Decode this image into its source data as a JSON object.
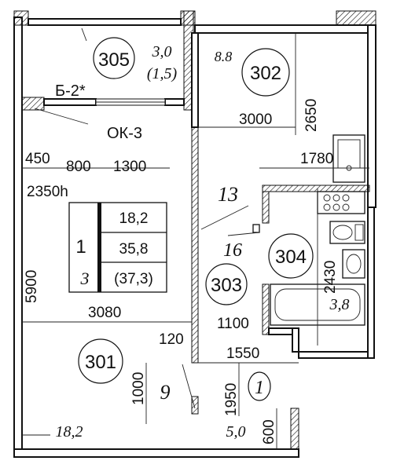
{
  "rooms": {
    "r301": {
      "number": "301",
      "area": "18,2",
      "mark": "9"
    },
    "r302": {
      "number": "302",
      "area": "8.8"
    },
    "r303": {
      "number": "303",
      "mark_a": "13",
      "mark_b": "16"
    },
    "r304": {
      "number": "304",
      "area": "3,8"
    },
    "r305": {
      "number": "305",
      "area": "3,0",
      "area_sub": "(1,5)"
    },
    "hall": {
      "area": "5,0",
      "mark": "1"
    }
  },
  "labels": {
    "balcony": "Б-2*",
    "window": "ОК-3",
    "height": "2350h"
  },
  "dimensions": {
    "d450": "450",
    "d800": "800",
    "d1300": "1300",
    "d3000": "3000",
    "d2650": "2650",
    "d1780": "1780",
    "d5900": "5900",
    "d3080": "3080",
    "d120": "120",
    "d1100": "1100",
    "d1550": "1550",
    "d2430": "2430",
    "d1000": "1000",
    "d1950": "1950",
    "d600": "600"
  },
  "summary_table": {
    "rooms_count": "1",
    "index": "3",
    "living_area": "18,2",
    "total_area": "35,8",
    "total_area_with_balcony": "(37,3)"
  },
  "colors": {
    "ink": "#111111",
    "paper": "#ffffff"
  }
}
